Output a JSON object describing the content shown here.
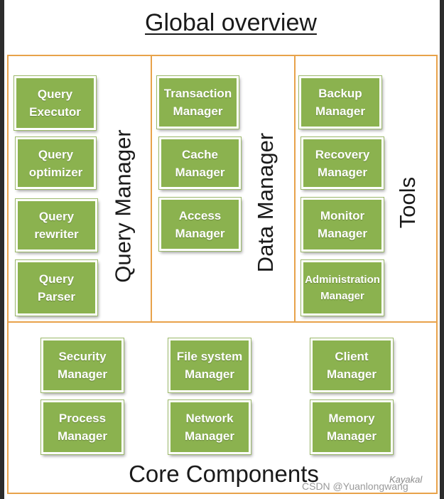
{
  "title": "Global overview",
  "panels": {
    "query_manager": {
      "label": "Query Manager",
      "boxes": [
        {
          "line1": "Query",
          "line2": "Executor"
        },
        {
          "line1": "Query",
          "line2": "optimizer"
        },
        {
          "line1": "Query",
          "line2": "rewriter"
        },
        {
          "line1": "Query",
          "line2": "Parser"
        }
      ]
    },
    "data_manager": {
      "label": "Data Manager",
      "boxes": [
        {
          "line1": "Transaction",
          "line2": "Manager"
        },
        {
          "line1": "Cache",
          "line2": "Manager"
        },
        {
          "line1": "Access",
          "line2": "Manager"
        }
      ]
    },
    "tools": {
      "label": "Tools",
      "boxes": [
        {
          "line1": "Backup",
          "line2": "Manager"
        },
        {
          "line1": "Recovery",
          "line2": "Manager"
        },
        {
          "line1": "Monitor",
          "line2": "Manager"
        },
        {
          "line1": "Administration",
          "line2": "Manager"
        }
      ]
    },
    "core_components": {
      "label": "Core Components",
      "boxes": [
        {
          "line1": "Security",
          "line2": "Manager"
        },
        {
          "line1": "File system",
          "line2": "Manager"
        },
        {
          "line1": "Client",
          "line2": "Manager"
        },
        {
          "line1": "Process",
          "line2": "Manager"
        },
        {
          "line1": "Network",
          "line2": "Manager"
        },
        {
          "line1": "Memory",
          "line2": "Manager"
        }
      ]
    }
  },
  "watermarks": {
    "kayakal": "Kayakal",
    "csdn": "CSDN @Yuanlongwang"
  },
  "colors": {
    "box_fill": "#8bb24f",
    "panel_border": "#e8a24a",
    "text": "#1a1a1a"
  }
}
